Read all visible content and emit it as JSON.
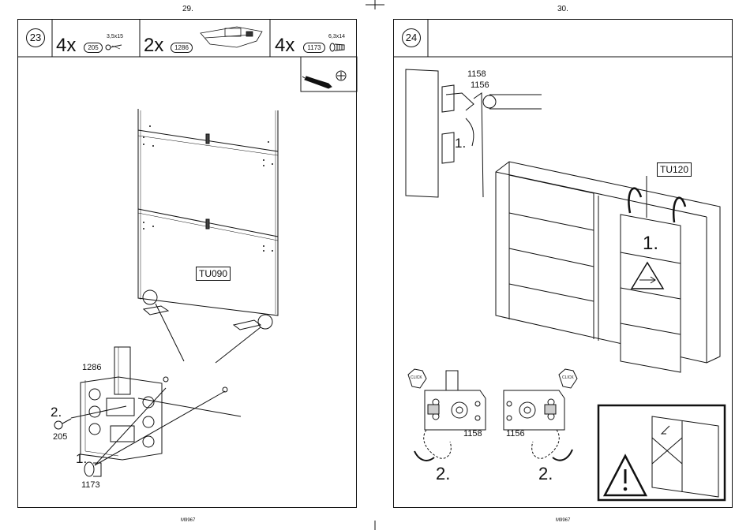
{
  "left_page": {
    "page_number": "29.",
    "footer": "M9967",
    "step": "23",
    "parts": [
      {
        "qty": "4x",
        "part": "205",
        "size": "3,5x15"
      },
      {
        "qty": "2x",
        "part": "1286",
        "size": ""
      },
      {
        "qty": "4x",
        "part": "1173",
        "size": "6,3x14"
      }
    ],
    "panel_label": "TU090",
    "detail_labels": {
      "part_1286": "1286",
      "step_2": "2.",
      "part_205": "205",
      "step_1": "1.",
      "part_1173": "1173"
    }
  },
  "right_page": {
    "page_number": "30.",
    "footer": "M9967",
    "step": "24",
    "labels": {
      "part_1158": "1158",
      "part_1156": "1156",
      "step_1_top": "1.",
      "panel_label": "TU120",
      "step_1_door": "1.",
      "bottom_left_part": "1158",
      "bottom_right_part": "1156",
      "bottom_left_step": "2.",
      "bottom_right_step": "2.",
      "click_left": "CLICK",
      "click_right": "CLICK"
    }
  },
  "icons": [
    "screwdriver-icon",
    "phillips-head-icon",
    "warning-triangle-icon",
    "arrow-sign-icon",
    "rotate-arrow-icon"
  ]
}
